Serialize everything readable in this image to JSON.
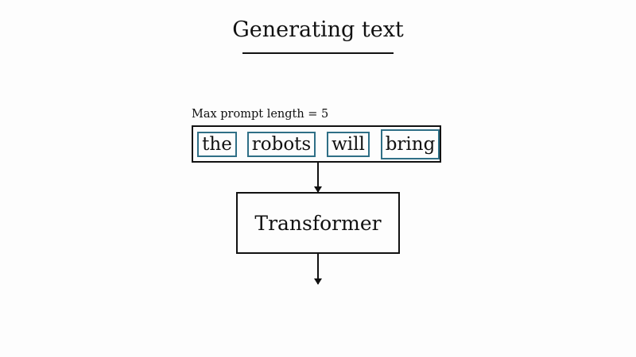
{
  "title": "Generating text",
  "prompt_label": "Max prompt length = 5",
  "tokens": [
    "the",
    "robots",
    "will",
    "bring"
  ],
  "model_label": "Transformer",
  "colors": {
    "token_border": "#2f6f86",
    "line": "#111111"
  }
}
